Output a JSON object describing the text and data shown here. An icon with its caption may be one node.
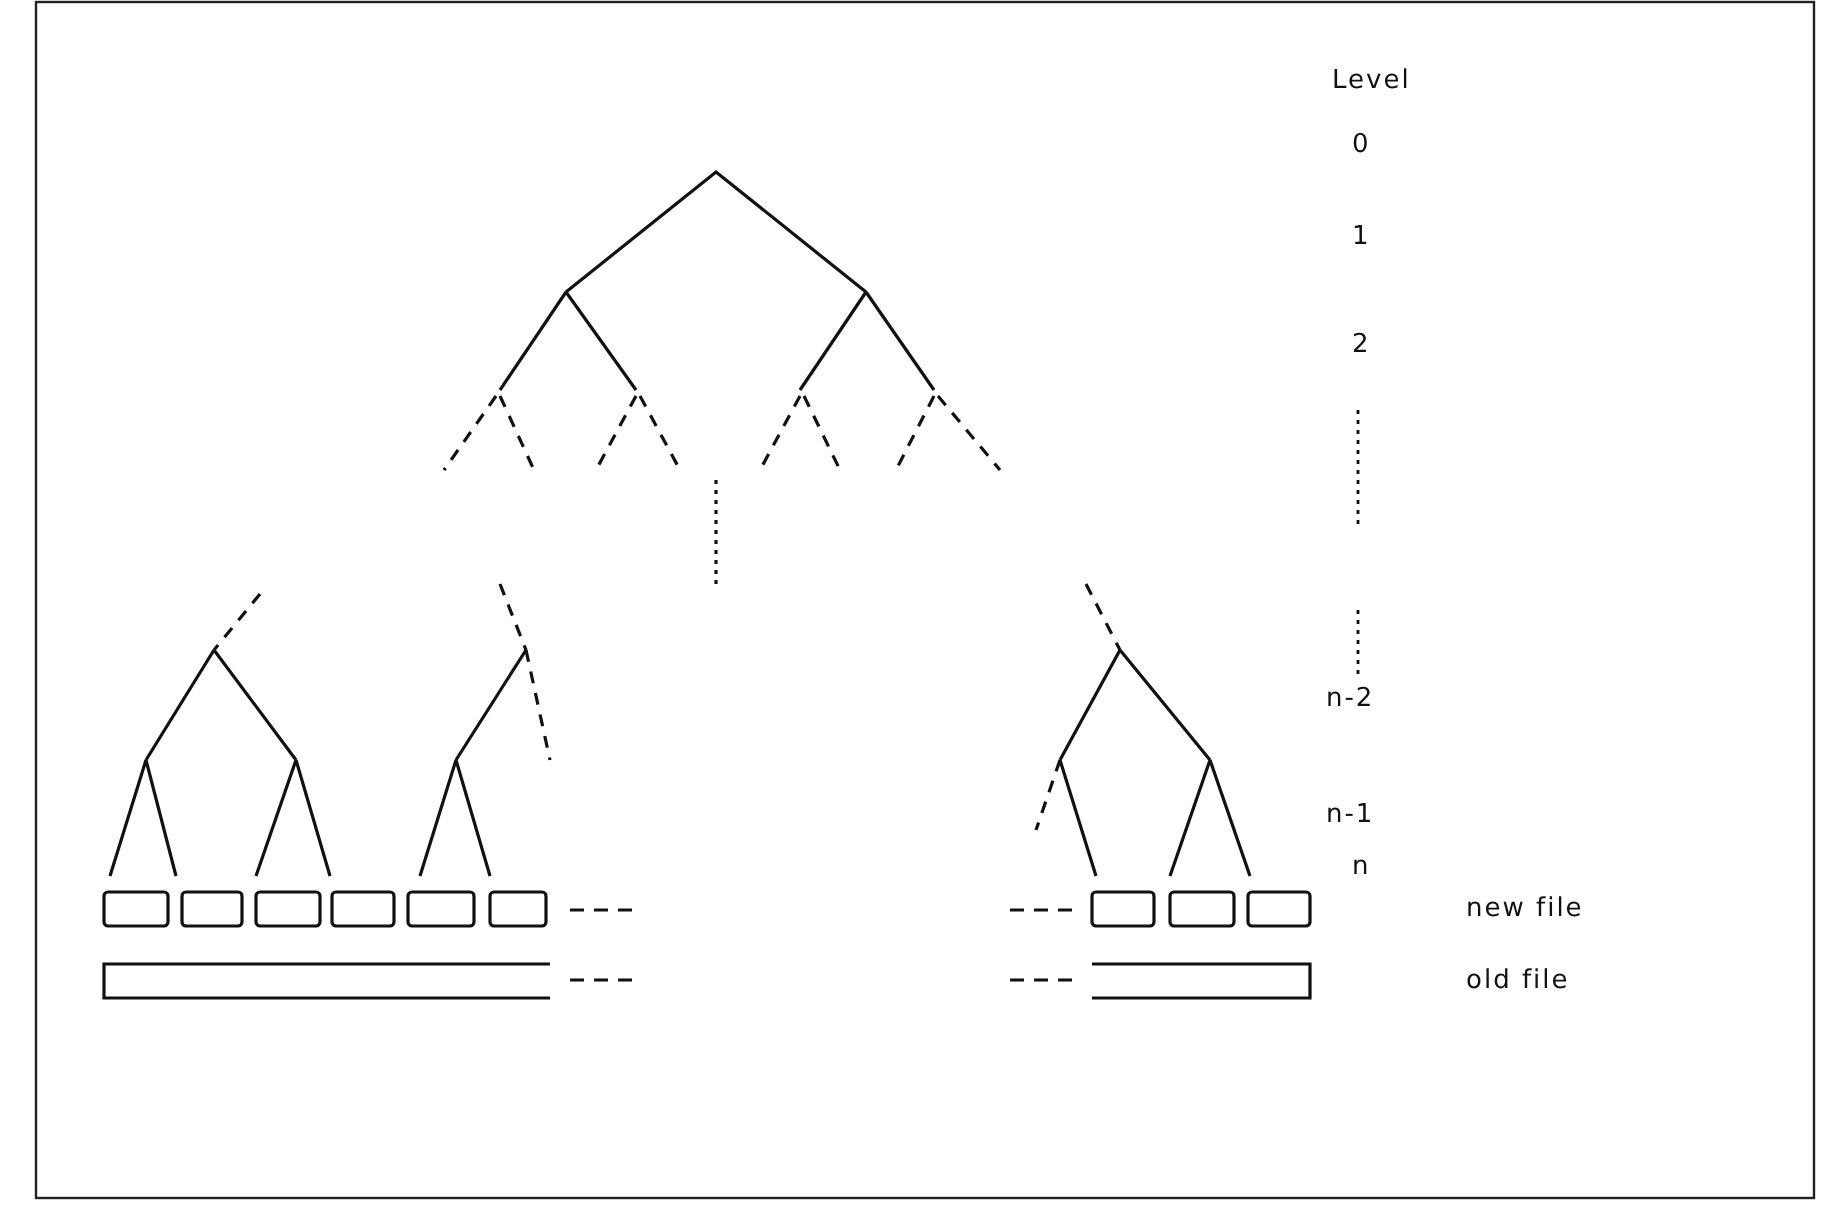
{
  "diagram": {
    "nodes": [
      {
        "text": [],
        "shape": "box"
      },
      {
        "text": [],
        "shape": "box"
      },
      {
        "text": [],
        "shape": "box"
      },
      {
        "text": [],
        "shape": "box"
      },
      {
        "text": [],
        "shape": "box"
      },
      {
        "text": [],
        "shape": "box"
      },
      {
        "text": [],
        "shape": "box"
      },
      {
        "text": [],
        "shape": "box"
      },
      {
        "text": [],
        "shape": "box"
      },
      {
        "text": [],
        "shape": "bar"
      },
      {
        "text": [],
        "shape": "bar"
      }
    ],
    "edges": [],
    "labels": [
      "Level",
      "0",
      "1",
      "2",
      "n-2",
      "n-1",
      "n",
      "new file",
      "old file"
    ]
  }
}
